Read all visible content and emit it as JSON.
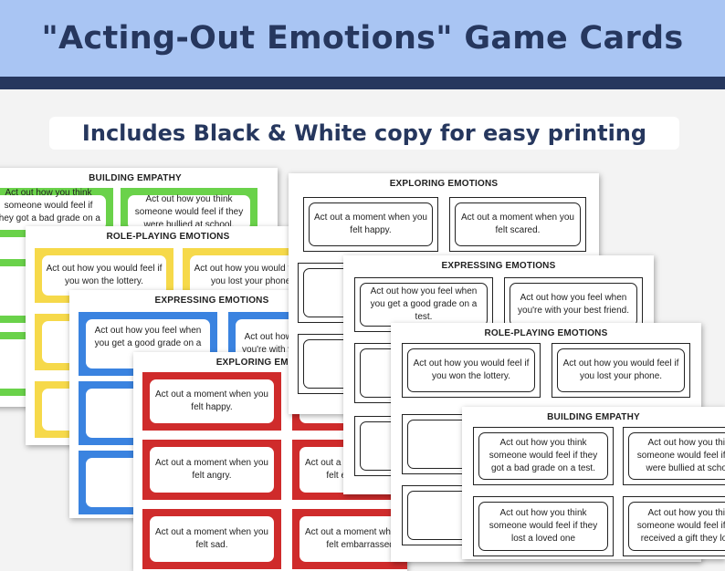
{
  "header": {
    "title": "\"Acting-Out Emotions\" Game Cards",
    "subtitle": "Includes Black & White copy for easy printing"
  },
  "colors": {
    "banner": "#a9c5f3",
    "navy": "#26375e",
    "green": "#6ad24a",
    "yellow": "#f6d94a",
    "blue": "#3a83e0",
    "red": "#cf2b2b"
  },
  "color_sheets": {
    "empathy": {
      "title": "BUILDING EMPATHY",
      "cards": [
        "Act out how you think someone would feel if they got a bad grade on a test.",
        "Act out how you think someone would feel if they were bullied at school."
      ]
    },
    "roleplay": {
      "title": "ROLE-PLAYING EMOTIONS",
      "cards": [
        "Act out how you would feel if you won the lottery.",
        "Act out how you would feel if you lost your phone."
      ]
    },
    "expressing": {
      "title": "EXPRESSING EMOTIONS",
      "cards": [
        "Act out how you feel when you get a good grade on a test.",
        "Act out how you feel when you're with your best friend."
      ]
    },
    "exploring": {
      "title": "EXPLORING EMOTIONS",
      "cards": [
        "Act out a moment when you felt happy.",
        "Act out a moment when you felt angry.",
        "Act out a moment when you felt embarrassed.",
        "Act out a moment when you felt sad."
      ]
    }
  },
  "bw_sheets": {
    "exploring": {
      "title": "EXPLORING EMOTIONS",
      "cards": [
        "Act out a moment when you felt happy.",
        "Act out a moment when you felt scared."
      ]
    },
    "expressing": {
      "title": "EXPRESSING EMOTIONS",
      "cards": [
        "Act out how you feel when you get a good grade on a test.",
        "Act out how you feel when you're with your best friend."
      ]
    },
    "roleplay": {
      "title": "ROLE-PLAYING EMOTIONS",
      "cards": [
        "Act out how you would feel if you won the lottery.",
        "Act out how you would feel if you lost your phone."
      ]
    },
    "empathy": {
      "title": "BUILDING EMPATHY",
      "cards": [
        "Act out how you think someone would feel if they got a bad grade on a test.",
        "Act out how you think someone would feel if they were bullied at school.",
        "Act out how you think someone would feel if they lost a loved one",
        "Act out how you think someone would feel if they received a gift they loved"
      ]
    }
  }
}
